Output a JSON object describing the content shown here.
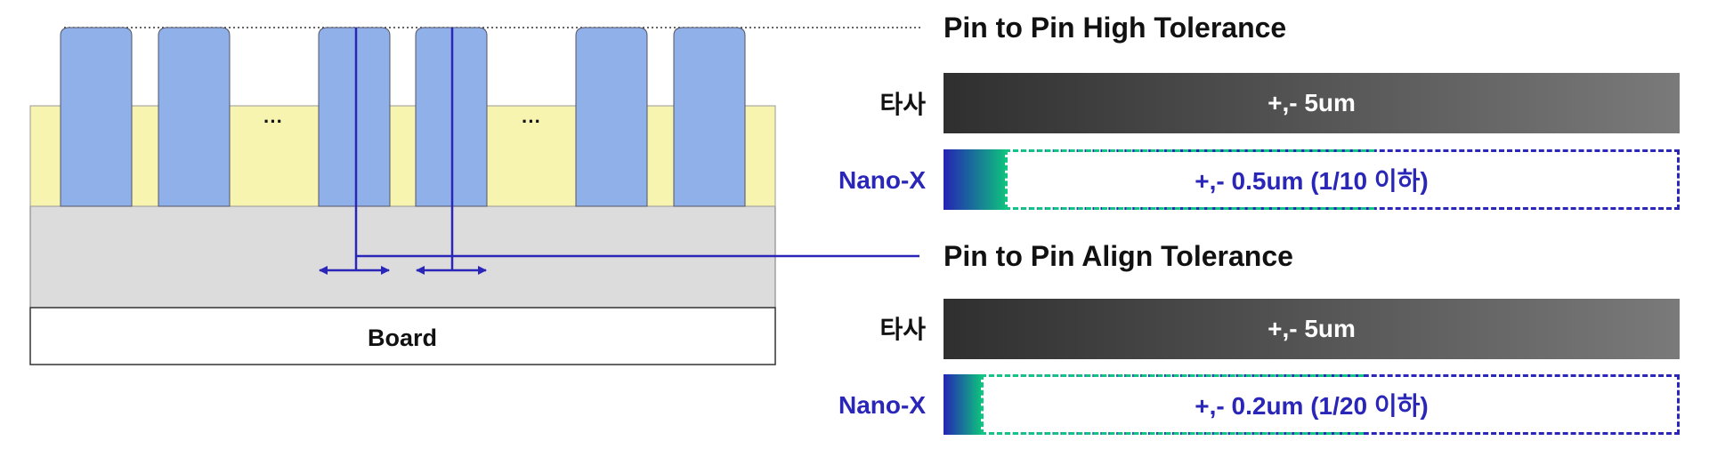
{
  "diagram": {
    "board_label": "Board",
    "ellipsis_1": "···",
    "ellipsis_2": "···"
  },
  "high_tolerance": {
    "title": "Pin to Pin High Tolerance",
    "other_label": "타사",
    "other_value": "+,- 5um",
    "nano_label": "Nano-X",
    "nano_value": "+,- 0.5um (1/10 이하)",
    "nano_fraction": 0.1
  },
  "align_tolerance": {
    "title": "Pin to Pin Align Tolerance",
    "other_label": "타사",
    "other_value": "+,- 5um",
    "nano_label": "Nano-X",
    "nano_value": "+,- 0.2um (1/20 이하)",
    "nano_fraction": 0.05
  },
  "colors": {
    "pin": "#8fb0e8",
    "resin": "#f7f4b0",
    "substrate": "#dcdcdc",
    "accent": "#2a26b8",
    "green": "#14c486"
  }
}
